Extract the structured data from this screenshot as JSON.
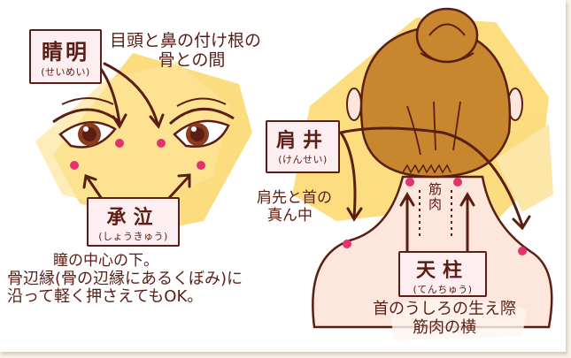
{
  "colors": {
    "ink": "#5a1e14",
    "point": "#e2336e",
    "highlight_yellow": "#fbd86a",
    "skin": "#fde6dc",
    "hair": "#c8862e",
    "label_bg": "#fdeef2",
    "frame": "#f7f1e6"
  },
  "points": {
    "seimei": {
      "kanji": "睛明",
      "reading": "(せいめい)",
      "description_lines": [
        "目頭と鼻の付け根の",
        "骨との間"
      ]
    },
    "shokyu": {
      "kanji": "承泣",
      "reading": "(しょうきゅう)",
      "description_lines": [
        "瞳の中心の下。",
        "骨辺縁(骨の辺縁にあるくぼみ)に",
        "沿って軽く押さえてもOK。"
      ]
    },
    "kensei": {
      "kanji": "肩井",
      "reading": "(けんせい)",
      "description_lines": [
        "肩先と首の",
        "真ん中"
      ]
    },
    "tenchu": {
      "kanji": "天柱",
      "reading": "(てんちゅう)",
      "description_lines": [
        "首のうしろの生え際",
        "筋肉の横"
      ]
    }
  },
  "neck_label": [
    "筋",
    "肉"
  ]
}
